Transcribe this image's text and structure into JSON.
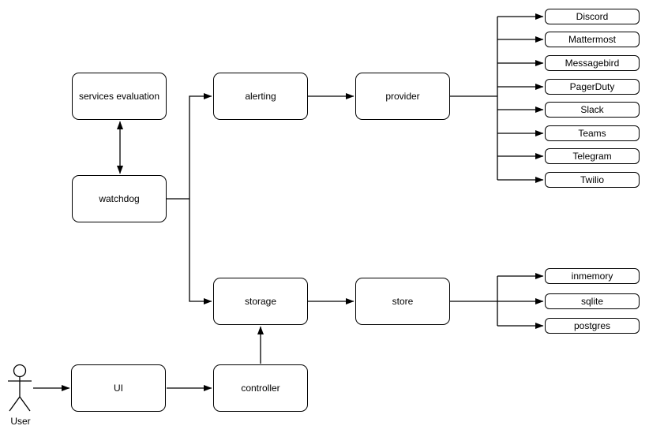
{
  "diagram": {
    "nodes": {
      "services_evaluation": "services evaluation",
      "watchdog": "watchdog",
      "alerting": "alerting",
      "provider": "provider",
      "storage": "storage",
      "store": "store",
      "ui": "UI",
      "controller": "controller"
    },
    "actor_label": "User",
    "providers": [
      "Discord",
      "Mattermost",
      "Messagebird",
      "PagerDuty",
      "Slack",
      "Teams",
      "Telegram",
      "Twilio"
    ],
    "stores": [
      "inmemory",
      "sqlite",
      "postgres"
    ],
    "edges": [
      {
        "from": "services evaluation",
        "to": "watchdog",
        "style": "bidirectional"
      },
      {
        "from": "watchdog",
        "to": "alerting"
      },
      {
        "from": "watchdog",
        "to": "storage"
      },
      {
        "from": "alerting",
        "to": "provider"
      },
      {
        "from": "provider",
        "to": "Discord"
      },
      {
        "from": "provider",
        "to": "Mattermost"
      },
      {
        "from": "provider",
        "to": "Messagebird"
      },
      {
        "from": "provider",
        "to": "PagerDuty"
      },
      {
        "from": "provider",
        "to": "Slack"
      },
      {
        "from": "provider",
        "to": "Teams"
      },
      {
        "from": "provider",
        "to": "Telegram"
      },
      {
        "from": "provider",
        "to": "Twilio"
      },
      {
        "from": "storage",
        "to": "store"
      },
      {
        "from": "store",
        "to": "inmemory"
      },
      {
        "from": "store",
        "to": "sqlite"
      },
      {
        "from": "store",
        "to": "postgres"
      },
      {
        "from": "User",
        "to": "UI"
      },
      {
        "from": "UI",
        "to": "controller"
      },
      {
        "from": "controller",
        "to": "storage"
      }
    ],
    "colors": {
      "stroke": "#000000",
      "node_fill": "#ffffff",
      "background": "#ffffff"
    }
  }
}
